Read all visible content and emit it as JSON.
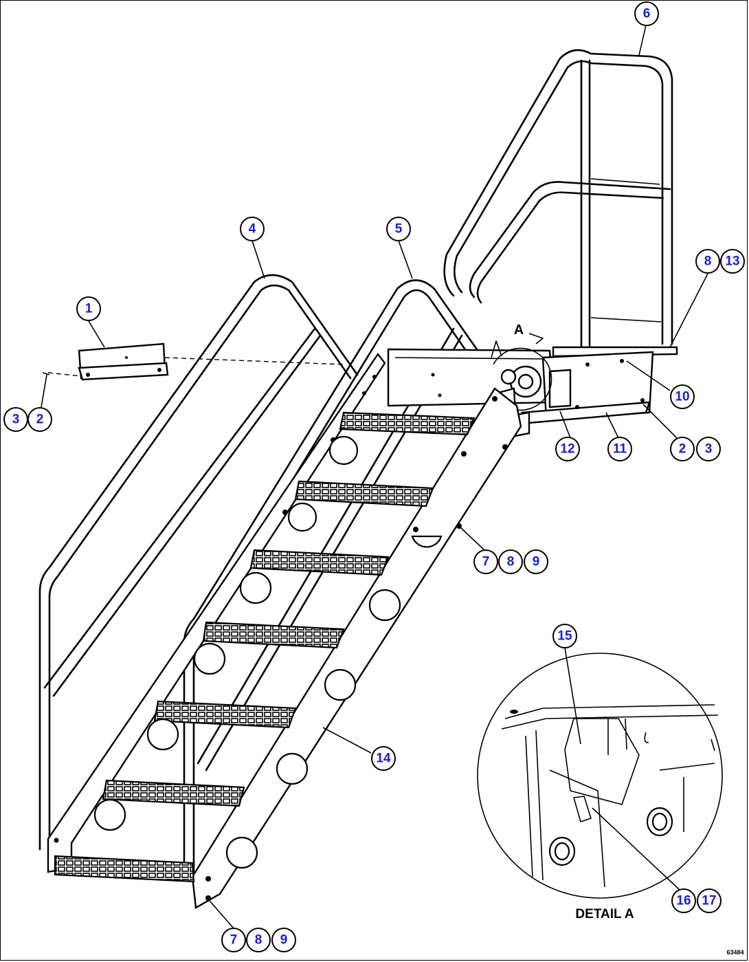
{
  "diagram": {
    "detail_label": "DETAIL A",
    "view_marker": "A",
    "figure_code": "63484",
    "callouts": [
      {
        "id": "c1",
        "text": "1"
      },
      {
        "id": "c2",
        "text": "2"
      },
      {
        "id": "c3",
        "text": "3"
      },
      {
        "id": "c4",
        "text": "4"
      },
      {
        "id": "c5",
        "text": "5"
      },
      {
        "id": "c6",
        "text": "6"
      },
      {
        "id": "c7",
        "text": "7"
      },
      {
        "id": "c8",
        "text": "8"
      },
      {
        "id": "c9",
        "text": "9"
      },
      {
        "id": "c10",
        "text": "10"
      },
      {
        "id": "c11",
        "text": "11"
      },
      {
        "id": "c12",
        "text": "12"
      },
      {
        "id": "c13",
        "text": "13"
      },
      {
        "id": "c14",
        "text": "14"
      },
      {
        "id": "c15",
        "text": "15"
      },
      {
        "id": "c16",
        "text": "16"
      },
      {
        "id": "c17",
        "text": "17"
      }
    ]
  }
}
